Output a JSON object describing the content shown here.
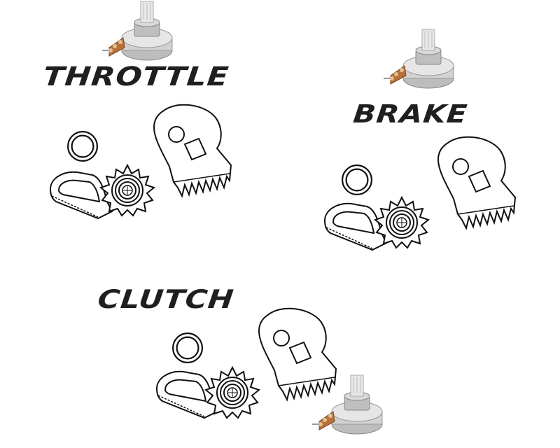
{
  "labels": {
    "throttle": "THROTTLE",
    "brake": "BRAKE",
    "clutch": "CLUTCH"
  },
  "icons": [
    "potentiometer-icon",
    "washer-ring-icon",
    "lever-arm-icon",
    "pinion-gear-icon",
    "sector-gear-icon"
  ],
  "colors": {
    "text": "#1f1f1f",
    "line": "#111111",
    "pot_body": "#c9c9c9",
    "pot_board": "#b8703a"
  }
}
